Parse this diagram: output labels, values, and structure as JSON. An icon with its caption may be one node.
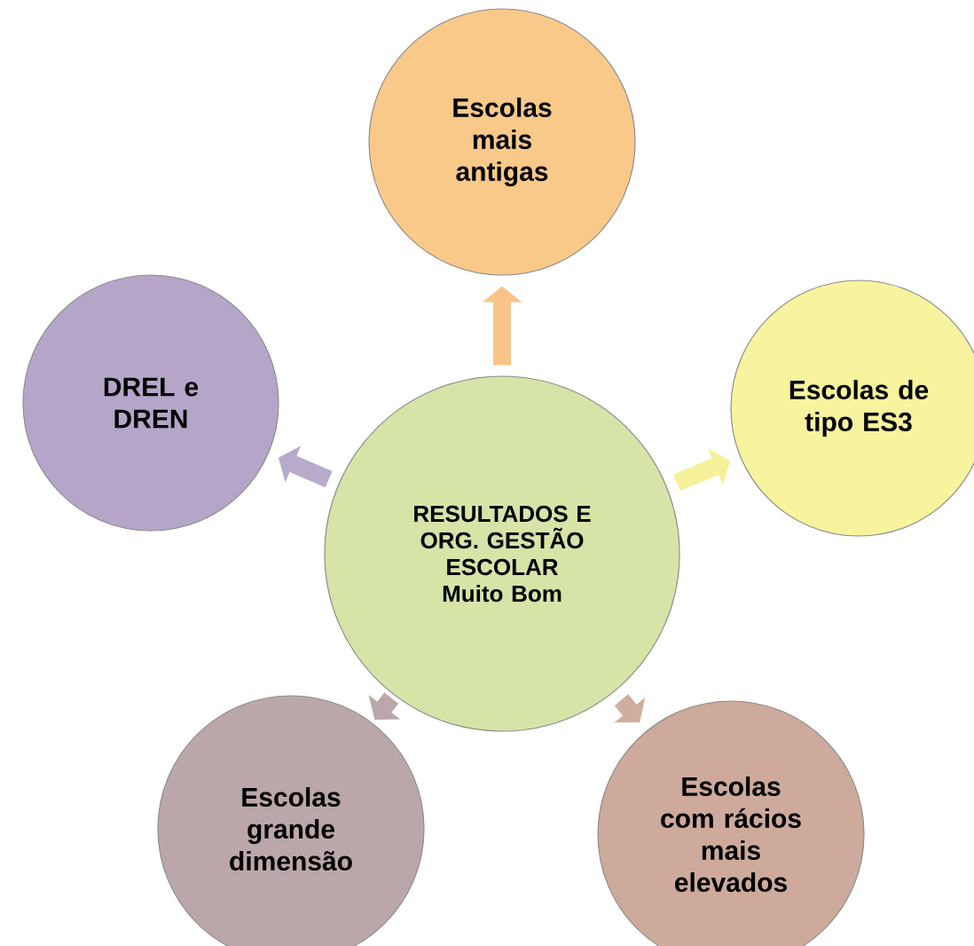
{
  "diagram": {
    "nodes": [
      {
        "text": [
          "RESULTADOS E ORG. GESTÃO ESCOLAR Muito Bom"
        ]
      },
      {
        "text": [
          "Escolas mais antigas"
        ]
      },
      {
        "text": [
          "Escolas de tipo ES3"
        ]
      },
      {
        "text": [
          "Escolas com rácios mais elevados"
        ]
      },
      {
        "text": [
          "Escolas grande dimensão"
        ]
      },
      {
        "text": [
          "DREL e DREN"
        ]
      }
    ],
    "edges": [
      {
        "from": 0,
        "to": 1,
        "arrow": "to",
        "color": "#f9c48a"
      },
      {
        "from": 0,
        "to": 2,
        "arrow": "to",
        "color": "#f6f09a"
      },
      {
        "from": 0,
        "to": 3,
        "arrow": "to",
        "color": "#d1ad9f"
      },
      {
        "from": 0,
        "to": 4,
        "arrow": "to",
        "color": "#bba7aa"
      },
      {
        "from": 0,
        "to": 5,
        "arrow": "to",
        "color": "#b7aacb"
      }
    ]
  }
}
